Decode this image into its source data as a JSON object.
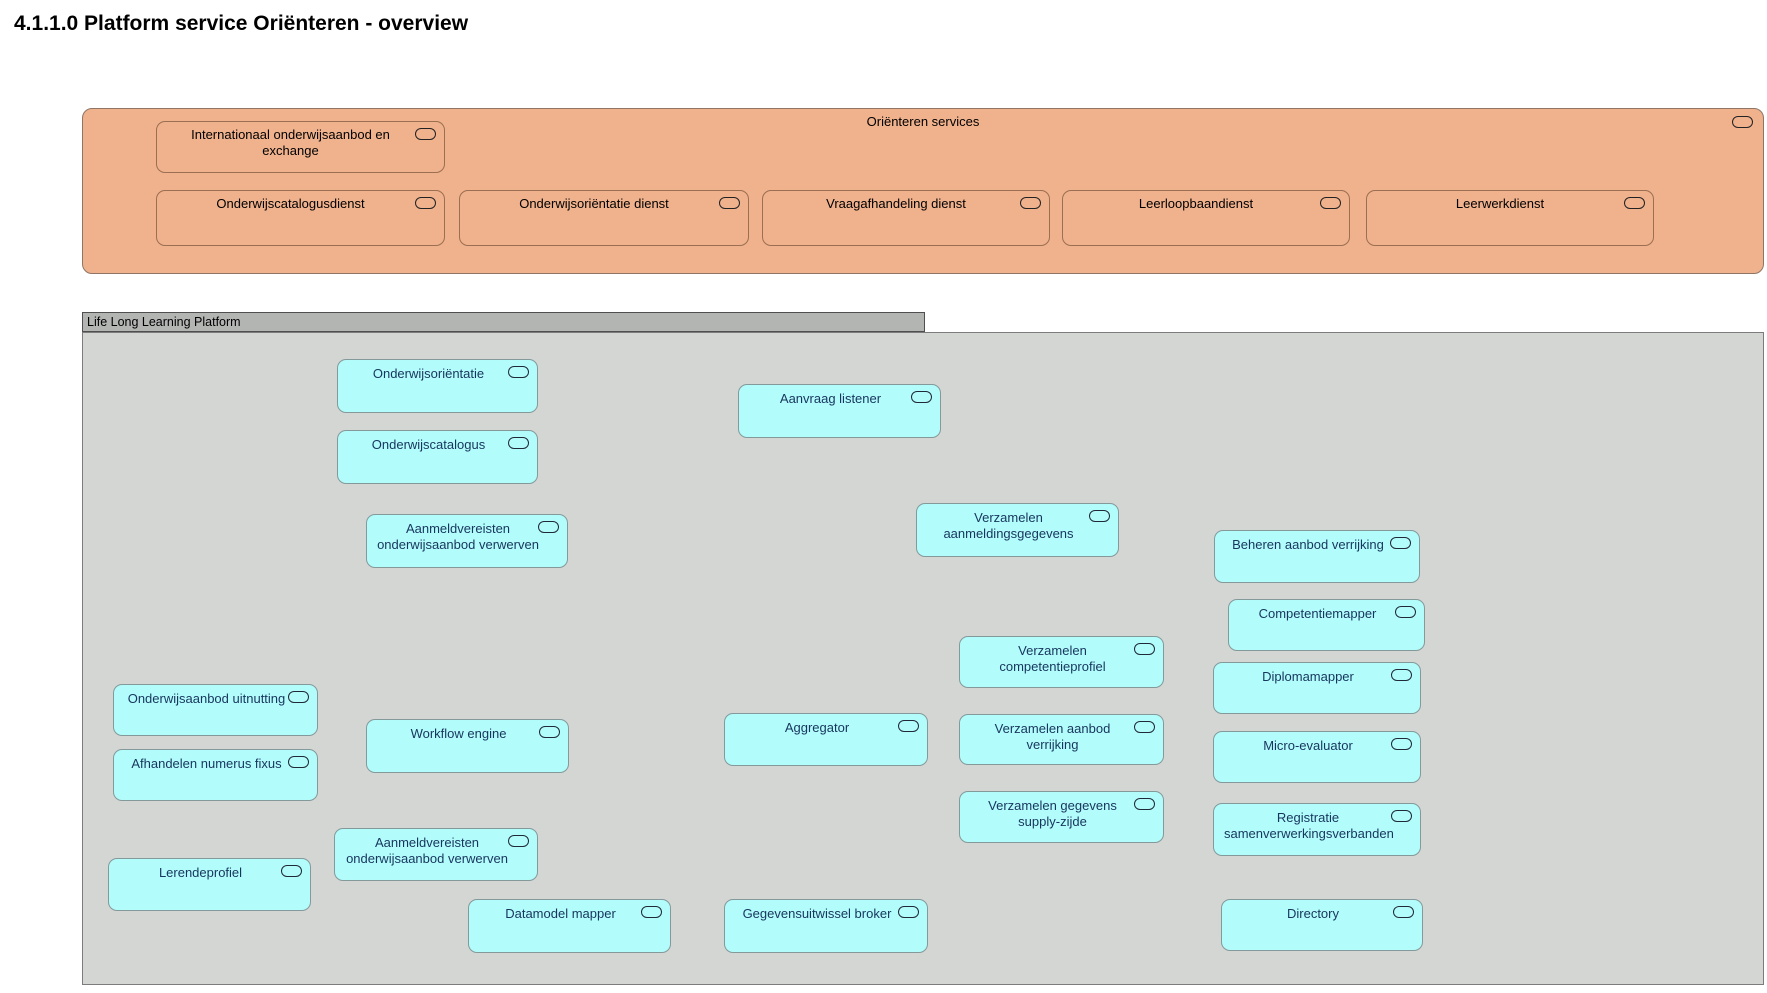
{
  "page": {
    "title": "4.1.1.0 Platform service Oriënteren - overview"
  },
  "colors": {
    "orange_fill": "#f0b18d",
    "orange_border": "#9a6f52",
    "cyan_fill": "#b2fcfc",
    "cyan_border": "#849a9a",
    "gray_body": "#d4d6d4",
    "gray_tab": "#b3b5b3",
    "label_navy": "#17365d"
  },
  "icons": {
    "service": "application-service-oval"
  },
  "orienteren_services": {
    "title": "Oriënteren services",
    "boxes": [
      {
        "label": "Internationaal onderwijsaanbod en exchange"
      },
      {
        "label": "Onderwijscatalogusdienst"
      },
      {
        "label": "Onderwijsoriëntatie dienst"
      },
      {
        "label": "Vraagafhandeling dienst"
      },
      {
        "label": "Leerloopbaandienst"
      },
      {
        "label": "Leerwerkdienst"
      }
    ]
  },
  "platform": {
    "title": "Life Long Learning Platform",
    "boxes": [
      {
        "label": "Onderwijsoriëntatie"
      },
      {
        "label": "Onderwijscatalogus"
      },
      {
        "label": "Aanvraag listener"
      },
      {
        "label": "Aanmeldvereisten onderwijsaanbod verwerven"
      },
      {
        "label": "Verzamelen aanmeldingsgegevens"
      },
      {
        "label": "Beheren aanbod verrijking"
      },
      {
        "label": "Competentiemapper"
      },
      {
        "label": "Verzamelen competentieprofiel"
      },
      {
        "label": "Diplomamapper"
      },
      {
        "label": "Onderwijsaanbod uitnutting"
      },
      {
        "label": "Workflow engine"
      },
      {
        "label": "Aggregator"
      },
      {
        "label": "Verzamelen aanbod verrijking"
      },
      {
        "label": "Micro-evaluator"
      },
      {
        "label": "Afhandelen numerus fixus"
      },
      {
        "label": "Verzamelen gegevens supply-zijde"
      },
      {
        "label": "Registratie samenverwerkingsverbanden"
      },
      {
        "label": "Aanmeldvereisten onderwijsaanbod verwerven"
      },
      {
        "label": "Lerendeprofiel"
      },
      {
        "label": "Datamodel mapper"
      },
      {
        "label": "Gegevensuitwissel broker"
      },
      {
        "label": "Directory"
      }
    ]
  }
}
